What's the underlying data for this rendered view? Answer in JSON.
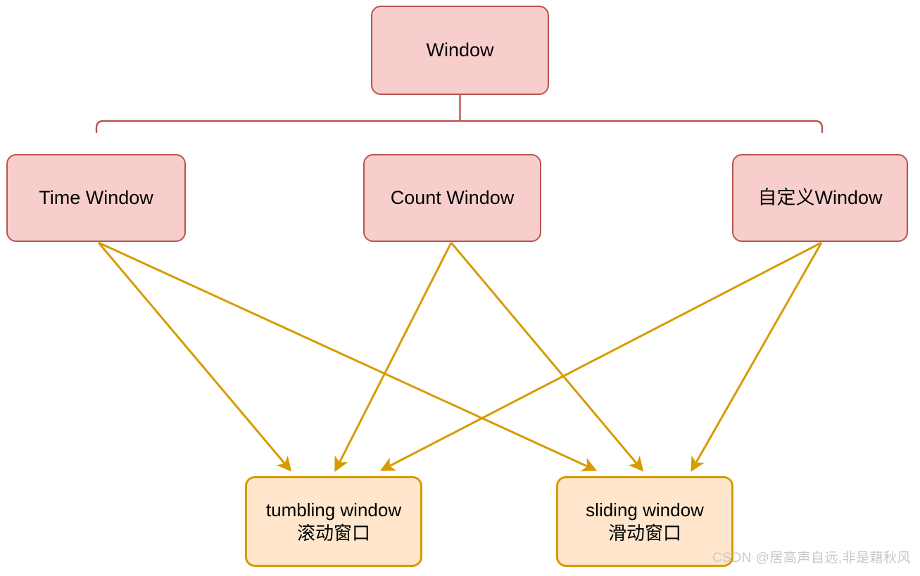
{
  "diagram": {
    "title_node": {
      "label": "Window"
    },
    "type": "hierarchy-diagram",
    "nodes": [
      {
        "id": "window",
        "label": "Window",
        "level": "root",
        "fill": "#f8cecc",
        "stroke": "#b85450"
      },
      {
        "id": "time",
        "label": "Time Window",
        "level": "category",
        "fill": "#f8cecc",
        "stroke": "#b85450"
      },
      {
        "id": "count",
        "label": "Count Window",
        "level": "category",
        "fill": "#f8cecc",
        "stroke": "#b85450"
      },
      {
        "id": "custom",
        "label": "自定义Window",
        "level": "category",
        "fill": "#f8cecc",
        "stroke": "#b85450"
      },
      {
        "id": "tumbling",
        "label": "tumbling window\n滚动窗口",
        "level": "leaf",
        "fill": "#ffe6cc",
        "stroke": "#d79b00"
      },
      {
        "id": "sliding",
        "label": "sliding window\n滑动窗口",
        "level": "leaf",
        "fill": "#ffe6cc",
        "stroke": "#d79b00"
      }
    ],
    "edges": [
      {
        "from": "window",
        "to": "time",
        "style": "bracket",
        "color": "#b85450",
        "arrow": false
      },
      {
        "from": "window",
        "to": "count",
        "style": "bracket",
        "color": "#b85450",
        "arrow": false
      },
      {
        "from": "window",
        "to": "custom",
        "style": "bracket",
        "color": "#b85450",
        "arrow": false
      },
      {
        "from": "time",
        "to": "tumbling",
        "style": "straight",
        "color": "#d79b00",
        "arrow": true
      },
      {
        "from": "time",
        "to": "sliding",
        "style": "straight",
        "color": "#d79b00",
        "arrow": true
      },
      {
        "from": "count",
        "to": "tumbling",
        "style": "straight",
        "color": "#d79b00",
        "arrow": true
      },
      {
        "from": "count",
        "to": "sliding",
        "style": "straight",
        "color": "#d79b00",
        "arrow": true
      },
      {
        "from": "custom",
        "to": "tumbling",
        "style": "straight",
        "color": "#d79b00",
        "arrow": true
      },
      {
        "from": "custom",
        "to": "sliding",
        "style": "straight",
        "color": "#d79b00",
        "arrow": true
      }
    ]
  },
  "watermark": {
    "text": "CSDN @居高声自远,非是藉秋风",
    "color": "#c9c9c9"
  }
}
